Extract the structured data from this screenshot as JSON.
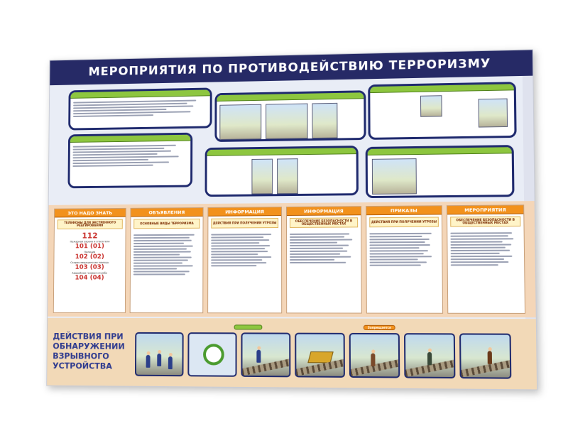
{
  "poster": {
    "title": "МЕРОПРИЯТИЯ ПО ПРОТИВОДЕЙСТВИЮ ТЕРРОРИЗМУ",
    "colors": {
      "title_bar": "#262a66",
      "panel_border": "#1f2a6e",
      "panel_head": "#8dc63f",
      "column_head": "#f2911c",
      "band": "#f4d6b8",
      "phone_red": "#c9302c",
      "bottom_title": "#2f3b8f"
    }
  },
  "columns": [
    {
      "heading": "ЭТО НАДО ЗНАТЬ",
      "subheading": "ТЕЛЕФОНЫ ДЛЯ ЭКСТРЕННОГО РЕАГИРОВАНИЯ",
      "phones": [
        {
          "number": "112",
          "label": ""
        },
        {
          "number": "101 (01)",
          "label": "Пожарная охрана и спасатели"
        },
        {
          "number": "102 (02)",
          "label": "Полиция"
        },
        {
          "number": "103 (03)",
          "label": "Скорая медицинская помощь"
        },
        {
          "number": "104 (04)",
          "label": "Аварийная газовая служба"
        }
      ]
    },
    {
      "heading": "ОБЪЯВЛЕНИЯ",
      "subheading": "ОСНОВНЫЕ ВИДЫ ТЕРРОРИЗМА"
    },
    {
      "heading": "ИНФОРМАЦИЯ",
      "subheading": "ДЕЙСТВИЯ ПРИ ПОЛУЧЕНИИ УГРОЗЫ"
    },
    {
      "heading": "ИНФОРМАЦИЯ",
      "subheading": "ОБЕСПЕЧЕНИЕ БЕЗОПАСНОСТИ В ОБЩЕСТВЕННЫХ МЕСТАХ"
    },
    {
      "heading": "ПРИКАЗЫ",
      "subheading": "ДЕЙСТВИЯ ПРИ ПОЛУЧЕНИИ УГРОЗЫ"
    },
    {
      "heading": "МЕРОПРИЯТИЯ",
      "subheading": "ОБЕСПЕЧЕНИЕ БЕЗОПАСНОСТИ В ОБЩЕСТВЕННЫХ МЕСТАХ"
    }
  ],
  "bottom": {
    "title_lines": [
      "ДЕЙСТВИЯ ПРИ",
      "ОБНАРУЖЕНИИ",
      "ВЗРЫВНОГО",
      "УСТРОЙСТВА"
    ],
    "tag_forbidden": "Запрещается"
  }
}
